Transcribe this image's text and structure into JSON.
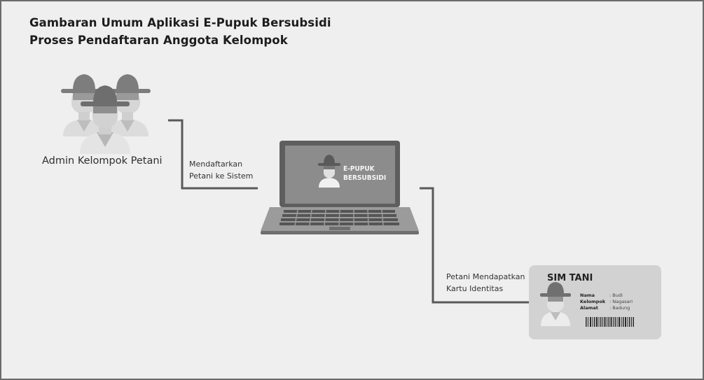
{
  "title_line1": "Gambaran Umum Aplikasi E-Pupuk Bersubsidi",
  "title_line2": "Proses Pendaftaran Anggota Kelompok",
  "admin": {
    "label": "Admin Kelompok Petani",
    "icon": "farmer-group-icon"
  },
  "step1": {
    "line1": "Mendaftarkan",
    "line2": "Petani ke Sistem"
  },
  "laptop": {
    "screen_line1": "E-PUPUK",
    "screen_line2": "BERSUBSIDI",
    "icon": "laptop-icon"
  },
  "step2": {
    "line1": "Petani Mendapatkan",
    "line2": "Kartu Identitas"
  },
  "card": {
    "title": "SIM TANI",
    "fields": [
      {
        "key": "Nama",
        "value": ": Budi"
      },
      {
        "key": "Kelompok",
        "value": ": Nagasari"
      },
      {
        "key": "Alamat",
        "value": ": Badung"
      }
    ]
  },
  "colors": {
    "background": "#efefef",
    "connector": "#595959",
    "figure_dark": "#7f7f7f",
    "figure_light": "#cfcfcf",
    "laptop_screen": "#8c8c8c"
  }
}
